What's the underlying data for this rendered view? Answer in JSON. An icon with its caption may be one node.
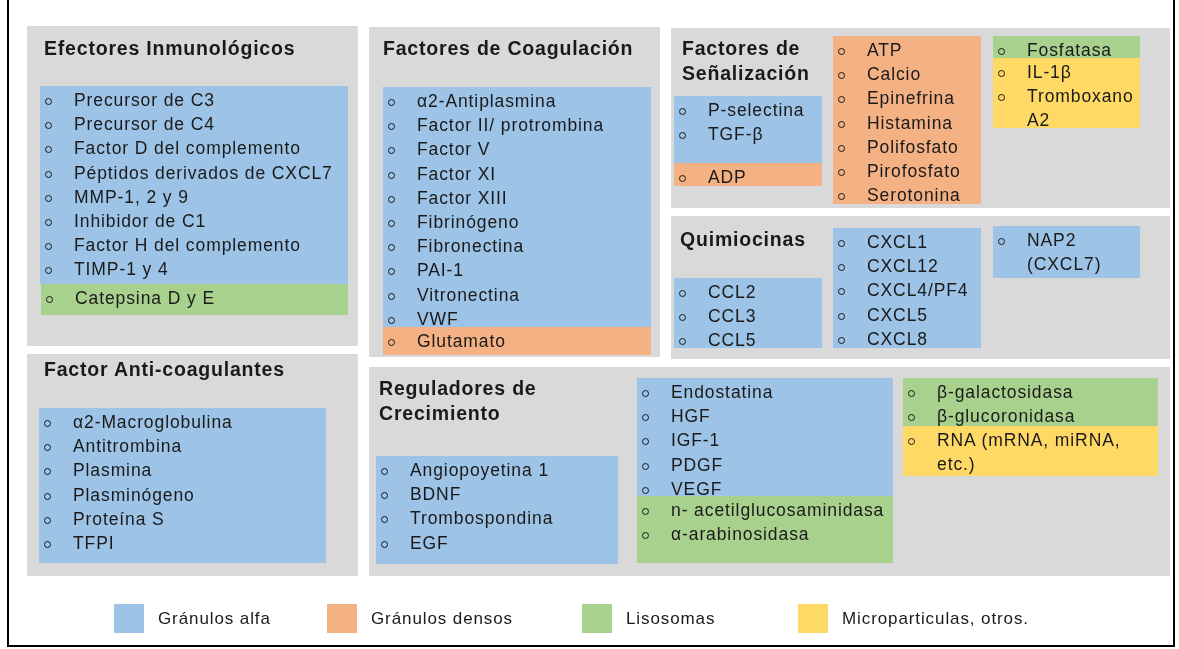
{
  "diagram": {
    "nodes": [
      {
        "text": [
          "Efectores Inmunológicos"
        ]
      },
      {
        "text": [
          "Precursor de C3",
          "Precursor de C4",
          "Factor D del complemento",
          "Péptidos derivados de CXCL7",
          "MMP-1, 2 y 9",
          "Inhibidor de C1",
          "Factor H del complemento",
          "TIMP-1 y 4"
        ],
        "in": 0
      },
      {
        "text": [
          "Catepsina D y E"
        ],
        "in": 0
      },
      {
        "text": [
          "Factores de Coagulación"
        ]
      },
      {
        "text": [
          "α2-Antiplasmina",
          "Factor II/ protrombina",
          "Factor V",
          "Factor XI",
          "Factor XIII",
          "Fibrinógeno",
          "Fibronectina",
          "PAI-1",
          "Vitronectina",
          "VWF"
        ],
        "in": 3
      },
      {
        "text": [
          "Glutamato"
        ],
        "in": 3
      },
      {
        "text": [
          "Factores de Señalización"
        ]
      },
      {
        "text": [
          "P-selectina",
          "TGF-β"
        ],
        "in": 6
      },
      {
        "text": [
          "ADP"
        ],
        "in": 6
      },
      {
        "text": [
          "ATP",
          "Calcio",
          "Epinefrina",
          "Histamina",
          "Polifosfato",
          "Pirofosfato",
          "Serotonina"
        ],
        "in": 6
      },
      {
        "text": [
          "Fosfatasa"
        ],
        "in": 6
      },
      {
        "text": [
          "IL-1β",
          "Tromboxano A2"
        ],
        "in": 6
      },
      {
        "text": [
          "Quimiocinas"
        ]
      },
      {
        "text": [
          "CCL2",
          "CCL3",
          "CCL5"
        ],
        "in": 12
      },
      {
        "text": [
          "CXCL1",
          "CXCL12",
          "CXCL4/PF4",
          "CXCL5",
          "CXCL8"
        ],
        "in": 12
      },
      {
        "text": [
          "NAP2 (CXCL7)"
        ],
        "in": 12
      },
      {
        "text": [
          "Factor Anti-coagulantes"
        ]
      },
      {
        "text": [
          "α2-Macroglobulina",
          "Antitrombina",
          "Plasmina",
          "Plasminógeno",
          "Proteína S",
          "TFPI"
        ],
        "in": 16
      },
      {
        "text": [
          "Reguladores de Crecimiento"
        ]
      },
      {
        "text": [
          "Angiopoyetina 1",
          "BDNF",
          "Trombospondina",
          "EGF"
        ],
        "in": 18
      },
      {
        "text": [
          "Endostatina",
          "HGF",
          "IGF-1",
          "PDGF",
          "VEGF"
        ],
        "in": 18
      },
      {
        "text": [
          "n- acetilglucosaminidasa",
          "α-arabinosidasa"
        ],
        "in": 18
      },
      {
        "text": [
          "β-galactosidasa",
          "β-glucoronidasa"
        ],
        "in": 18
      },
      {
        "text": [
          "RNA (mRNA, miRNA, etc.)"
        ],
        "in": 18
      }
    ],
    "legend": [
      {
        "text": "Gránulos alfa",
        "color": "#9dc3e6"
      },
      {
        "text": "Gránulos densos",
        "color": "#f4b183"
      },
      {
        "text": "Lisosomas",
        "color": "#a9d18e"
      },
      {
        "text": "Microparticulas, otros.",
        "color": "#ffd966"
      }
    ]
  }
}
